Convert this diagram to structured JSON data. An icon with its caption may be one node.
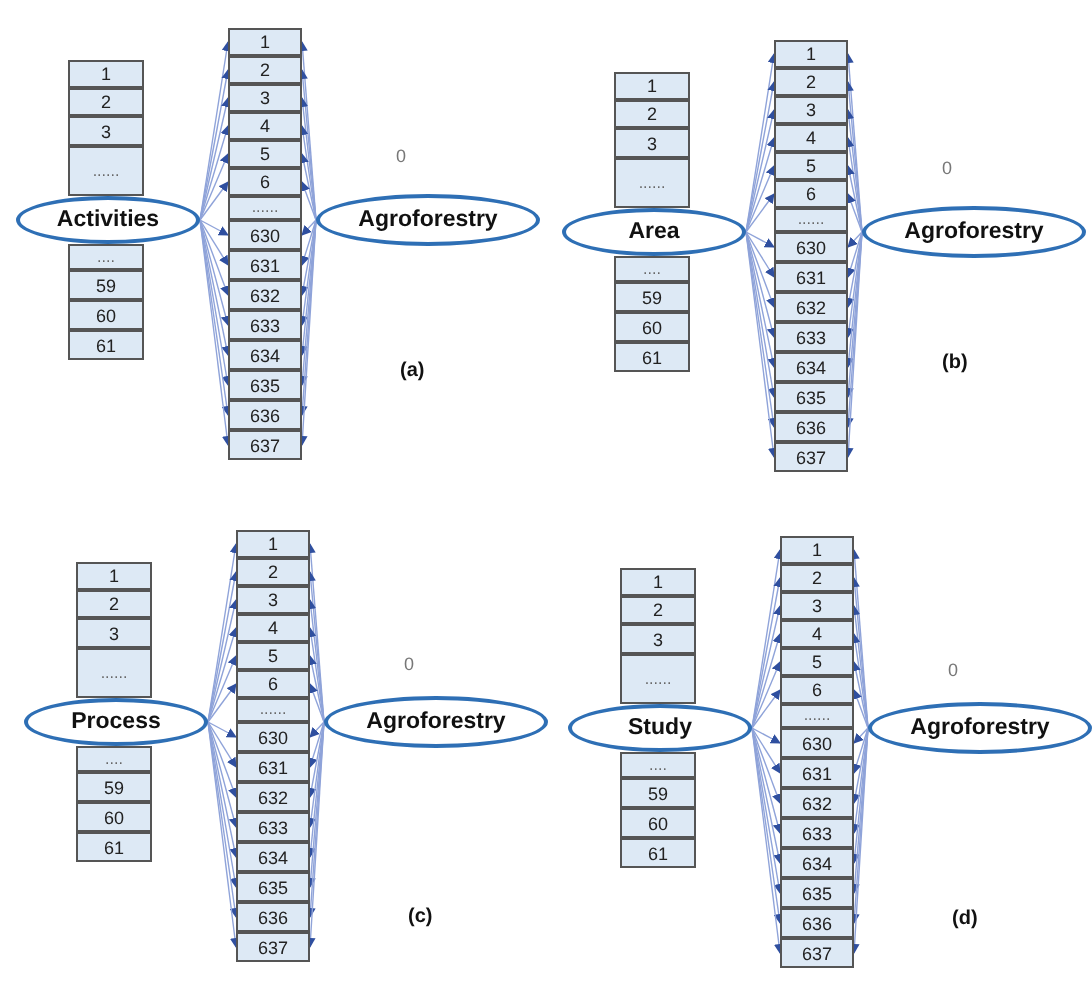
{
  "diagram": {
    "nodes": [
      {
        "text": [
          "1"
        ]
      },
      {
        "text": [
          "2"
        ]
      },
      {
        "text": [
          "3"
        ]
      },
      {
        "text": [
          "......"
        ]
      },
      {
        "text": [
          "...."
        ]
      },
      {
        "text": [
          "59"
        ]
      },
      {
        "text": [
          "60"
        ]
      },
      {
        "text": [
          "61"
        ]
      },
      {
        "text": [
          "Activities"
        ]
      },
      {
        "text": [
          "1"
        ]
      },
      {
        "text": [
          "2"
        ]
      },
      {
        "text": [
          "3"
        ]
      },
      {
        "text": [
          "4"
        ]
      },
      {
        "text": [
          "5"
        ]
      },
      {
        "text": [
          "6"
        ]
      },
      {
        "text": [
          "......"
        ]
      },
      {
        "text": [
          "630"
        ]
      },
      {
        "text": [
          "631"
        ]
      },
      {
        "text": [
          "632"
        ]
      },
      {
        "text": [
          "633"
        ]
      },
      {
        "text": [
          "634"
        ]
      },
      {
        "text": [
          "635"
        ]
      },
      {
        "text": [
          "636"
        ]
      },
      {
        "text": [
          "637"
        ]
      },
      {
        "text": [
          "Agroforestry"
        ]
      },
      {
        "text": [
          "1"
        ]
      },
      {
        "text": [
          "2"
        ]
      },
      {
        "text": [
          "3"
        ]
      },
      {
        "text": [
          "......"
        ]
      },
      {
        "text": [
          "...."
        ]
      },
      {
        "text": [
          "59"
        ]
      },
      {
        "text": [
          "60"
        ]
      },
      {
        "text": [
          "61"
        ]
      },
      {
        "text": [
          "Area"
        ]
      },
      {
        "text": [
          "1"
        ]
      },
      {
        "text": [
          "2"
        ]
      },
      {
        "text": [
          "3"
        ]
      },
      {
        "text": [
          "4"
        ]
      },
      {
        "text": [
          "5"
        ]
      },
      {
        "text": [
          "6"
        ]
      },
      {
        "text": [
          "......"
        ]
      },
      {
        "text": [
          "630"
        ]
      },
      {
        "text": [
          "631"
        ]
      },
      {
        "text": [
          "632"
        ]
      },
      {
        "text": [
          "633"
        ]
      },
      {
        "text": [
          "634"
        ]
      },
      {
        "text": [
          "635"
        ]
      },
      {
        "text": [
          "636"
        ]
      },
      {
        "text": [
          "637"
        ]
      },
      {
        "text": [
          "Agroforestry"
        ]
      },
      {
        "text": [
          "1"
        ]
      },
      {
        "text": [
          "2"
        ]
      },
      {
        "text": [
          "3"
        ]
      },
      {
        "text": [
          "......"
        ]
      },
      {
        "text": [
          "...."
        ]
      },
      {
        "text": [
          "59"
        ]
      },
      {
        "text": [
          "60"
        ]
      },
      {
        "text": [
          "61"
        ]
      },
      {
        "text": [
          "Process"
        ]
      },
      {
        "text": [
          "1"
        ]
      },
      {
        "text": [
          "2"
        ]
      },
      {
        "text": [
          "3"
        ]
      },
      {
        "text": [
          "4"
        ]
      },
      {
        "text": [
          "5"
        ]
      },
      {
        "text": [
          "6"
        ]
      },
      {
        "text": [
          "......"
        ]
      },
      {
        "text": [
          "630"
        ]
      },
      {
        "text": [
          "631"
        ]
      },
      {
        "text": [
          "632"
        ]
      },
      {
        "text": [
          "633"
        ]
      },
      {
        "text": [
          "634"
        ]
      },
      {
        "text": [
          "635"
        ]
      },
      {
        "text": [
          "636"
        ]
      },
      {
        "text": [
          "637"
        ]
      },
      {
        "text": [
          "Agroforestry"
        ]
      },
      {
        "text": [
          "1"
        ]
      },
      {
        "text": [
          "2"
        ]
      },
      {
        "text": [
          "3"
        ]
      },
      {
        "text": [
          "......"
        ]
      },
      {
        "text": [
          "...."
        ]
      },
      {
        "text": [
          "59"
        ]
      },
      {
        "text": [
          "60"
        ]
      },
      {
        "text": [
          "61"
        ]
      },
      {
        "text": [
          "Study"
        ]
      },
      {
        "text": [
          "1"
        ]
      },
      {
        "text": [
          "2"
        ]
      },
      {
        "text": [
          "3"
        ]
      },
      {
        "text": [
          "4"
        ]
      },
      {
        "text": [
          "5"
        ]
      },
      {
        "text": [
          "6"
        ]
      },
      {
        "text": [
          "......"
        ]
      },
      {
        "text": [
          "630"
        ]
      },
      {
        "text": [
          "631"
        ]
      },
      {
        "text": [
          "632"
        ]
      },
      {
        "text": [
          "633"
        ]
      },
      {
        "text": [
          "634"
        ]
      },
      {
        "text": [
          "635"
        ]
      },
      {
        "text": [
          "636"
        ]
      },
      {
        "text": [
          "637"
        ]
      },
      {
        "text": [
          "Agroforestry"
        ]
      }
    ],
    "edges": [
      {
        "from": 8,
        "to": 9,
        "arrow": "to"
      },
      {
        "from": 8,
        "to": 10,
        "arrow": "to"
      },
      {
        "from": 8,
        "to": 11,
        "arrow": "to"
      },
      {
        "from": 8,
        "to": 12,
        "arrow": "to"
      },
      {
        "from": 8,
        "to": 13,
        "arrow": "to"
      },
      {
        "from": 8,
        "to": 14,
        "arrow": "to"
      },
      {
        "from": 8,
        "to": 16,
        "arrow": "to"
      },
      {
        "from": 8,
        "to": 17,
        "arrow": "to"
      },
      {
        "from": 8,
        "to": 18,
        "arrow": "to"
      },
      {
        "from": 8,
        "to": 19,
        "arrow": "to"
      },
      {
        "from": 8,
        "to": 20,
        "arrow": "to"
      },
      {
        "from": 8,
        "to": 21,
        "arrow": "to"
      },
      {
        "from": 8,
        "to": 22,
        "arrow": "to"
      },
      {
        "from": 8,
        "to": 23,
        "arrow": "to"
      },
      {
        "from": 24,
        "to": 9,
        "arrow": "to"
      },
      {
        "from": 24,
        "to": 10,
        "arrow": "to"
      },
      {
        "from": 24,
        "to": 11,
        "arrow": "to"
      },
      {
        "from": 24,
        "to": 12,
        "arrow": "to"
      },
      {
        "from": 24,
        "to": 13,
        "arrow": "to"
      },
      {
        "from": 24,
        "to": 14,
        "arrow": "to"
      },
      {
        "from": 24,
        "to": 16,
        "arrow": "to"
      },
      {
        "from": 24,
        "to": 17,
        "arrow": "to"
      },
      {
        "from": 24,
        "to": 18,
        "arrow": "to"
      },
      {
        "from": 24,
        "to": 19,
        "arrow": "to"
      },
      {
        "from": 24,
        "to": 20,
        "arrow": "to"
      },
      {
        "from": 24,
        "to": 21,
        "arrow": "to"
      },
      {
        "from": 24,
        "to": 22,
        "arrow": "to"
      },
      {
        "from": 24,
        "to": 23,
        "arrow": "to"
      },
      {
        "from": 33,
        "to": 34,
        "arrow": "to"
      },
      {
        "from": 33,
        "to": 35,
        "arrow": "to"
      },
      {
        "from": 33,
        "to": 36,
        "arrow": "to"
      },
      {
        "from": 33,
        "to": 37,
        "arrow": "to"
      },
      {
        "from": 33,
        "to": 38,
        "arrow": "to"
      },
      {
        "from": 33,
        "to": 39,
        "arrow": "to"
      },
      {
        "from": 33,
        "to": 41,
        "arrow": "to"
      },
      {
        "from": 33,
        "to": 42,
        "arrow": "to"
      },
      {
        "from": 33,
        "to": 43,
        "arrow": "to"
      },
      {
        "from": 33,
        "to": 44,
        "arrow": "to"
      },
      {
        "from": 33,
        "to": 45,
        "arrow": "to"
      },
      {
        "from": 33,
        "to": 46,
        "arrow": "to"
      },
      {
        "from": 33,
        "to": 47,
        "arrow": "to"
      },
      {
        "from": 33,
        "to": 48,
        "arrow": "to"
      },
      {
        "from": 49,
        "to": 34,
        "arrow": "to"
      },
      {
        "from": 49,
        "to": 35,
        "arrow": "to"
      },
      {
        "from": 49,
        "to": 36,
        "arrow": "to"
      },
      {
        "from": 49,
        "to": 37,
        "arrow": "to"
      },
      {
        "from": 49,
        "to": 38,
        "arrow": "to"
      },
      {
        "from": 49,
        "to": 39,
        "arrow": "to"
      },
      {
        "from": 49,
        "to": 41,
        "arrow": "to"
      },
      {
        "from": 49,
        "to": 42,
        "arrow": "to"
      },
      {
        "from": 49,
        "to": 43,
        "arrow": "to"
      },
      {
        "from": 49,
        "to": 44,
        "arrow": "to"
      },
      {
        "from": 49,
        "to": 45,
        "arrow": "to"
      },
      {
        "from": 49,
        "to": 46,
        "arrow": "to"
      },
      {
        "from": 49,
        "to": 47,
        "arrow": "to"
      },
      {
        "from": 49,
        "to": 48,
        "arrow": "to"
      },
      {
        "from": 58,
        "to": 59,
        "arrow": "to"
      },
      {
        "from": 58,
        "to": 60,
        "arrow": "to"
      },
      {
        "from": 58,
        "to": 61,
        "arrow": "to"
      },
      {
        "from": 58,
        "to": 62,
        "arrow": "to"
      },
      {
        "from": 58,
        "to": 63,
        "arrow": "to"
      },
      {
        "from": 58,
        "to": 64,
        "arrow": "to"
      },
      {
        "from": 58,
        "to": 66,
        "arrow": "to"
      },
      {
        "from": 58,
        "to": 67,
        "arrow": "to"
      },
      {
        "from": 58,
        "to": 68,
        "arrow": "to"
      },
      {
        "from": 58,
        "to": 69,
        "arrow": "to"
      },
      {
        "from": 58,
        "to": 70,
        "arrow": "to"
      },
      {
        "from": 58,
        "to": 71,
        "arrow": "to"
      },
      {
        "from": 58,
        "to": 72,
        "arrow": "to"
      },
      {
        "from": 58,
        "to": 73,
        "arrow": "to"
      },
      {
        "from": 74,
        "to": 59,
        "arrow": "to"
      },
      {
        "from": 74,
        "to": 60,
        "arrow": "to"
      },
      {
        "from": 74,
        "to": 61,
        "arrow": "to"
      },
      {
        "from": 74,
        "to": 62,
        "arrow": "to"
      },
      {
        "from": 74,
        "to": 63,
        "arrow": "to"
      },
      {
        "from": 74,
        "to": 64,
        "arrow": "to"
      },
      {
        "from": 74,
        "to": 66,
        "arrow": "to"
      },
      {
        "from": 74,
        "to": 67,
        "arrow": "to"
      },
      {
        "from": 74,
        "to": 68,
        "arrow": "to"
      },
      {
        "from": 74,
        "to": 69,
        "arrow": "to"
      },
      {
        "from": 74,
        "to": 70,
        "arrow": "to"
      },
      {
        "from": 74,
        "to": 71,
        "arrow": "to"
      },
      {
        "from": 74,
        "to": 72,
        "arrow": "to"
      },
      {
        "from": 74,
        "to": 73,
        "arrow": "to"
      },
      {
        "from": 83,
        "to": 84,
        "arrow": "to"
      },
      {
        "from": 83,
        "to": 85,
        "arrow": "to"
      },
      {
        "from": 83,
        "to": 86,
        "arrow": "to"
      },
      {
        "from": 83,
        "to": 87,
        "arrow": "to"
      },
      {
        "from": 83,
        "to": 88,
        "arrow": "to"
      },
      {
        "from": 83,
        "to": 89,
        "arrow": "to"
      },
      {
        "from": 83,
        "to": 91,
        "arrow": "to"
      },
      {
        "from": 83,
        "to": 92,
        "arrow": "to"
      },
      {
        "from": 83,
        "to": 93,
        "arrow": "to"
      },
      {
        "from": 83,
        "to": 94,
        "arrow": "to"
      },
      {
        "from": 83,
        "to": 95,
        "arrow": "to"
      },
      {
        "from": 83,
        "to": 96,
        "arrow": "to"
      },
      {
        "from": 83,
        "to": 97,
        "arrow": "to"
      },
      {
        "from": 83,
        "to": 98,
        "arrow": "to"
      },
      {
        "from": 99,
        "to": 84,
        "arrow": "to"
      },
      {
        "from": 99,
        "to": 85,
        "arrow": "to"
      },
      {
        "from": 99,
        "to": 86,
        "arrow": "to"
      },
      {
        "from": 99,
        "to": 87,
        "arrow": "to"
      },
      {
        "from": 99,
        "to": 88,
        "arrow": "to"
      },
      {
        "from": 99,
        "to": 89,
        "arrow": "to"
      },
      {
        "from": 99,
        "to": 91,
        "arrow": "to"
      },
      {
        "from": 99,
        "to": 92,
        "arrow": "to"
      },
      {
        "from": 99,
        "to": 93,
        "arrow": "to"
      },
      {
        "from": 99,
        "to": 94,
        "arrow": "to"
      },
      {
        "from": 99,
        "to": 95,
        "arrow": "to"
      },
      {
        "from": 99,
        "to": 96,
        "arrow": "to"
      },
      {
        "from": 99,
        "to": 97,
        "arrow": "to"
      },
      {
        "from": 99,
        "to": 98,
        "arrow": "to"
      }
    ],
    "labels": [
      "0",
      "(a)",
      "0",
      "(b)",
      "0",
      "(c)",
      "0",
      "(d)"
    ]
  }
}
